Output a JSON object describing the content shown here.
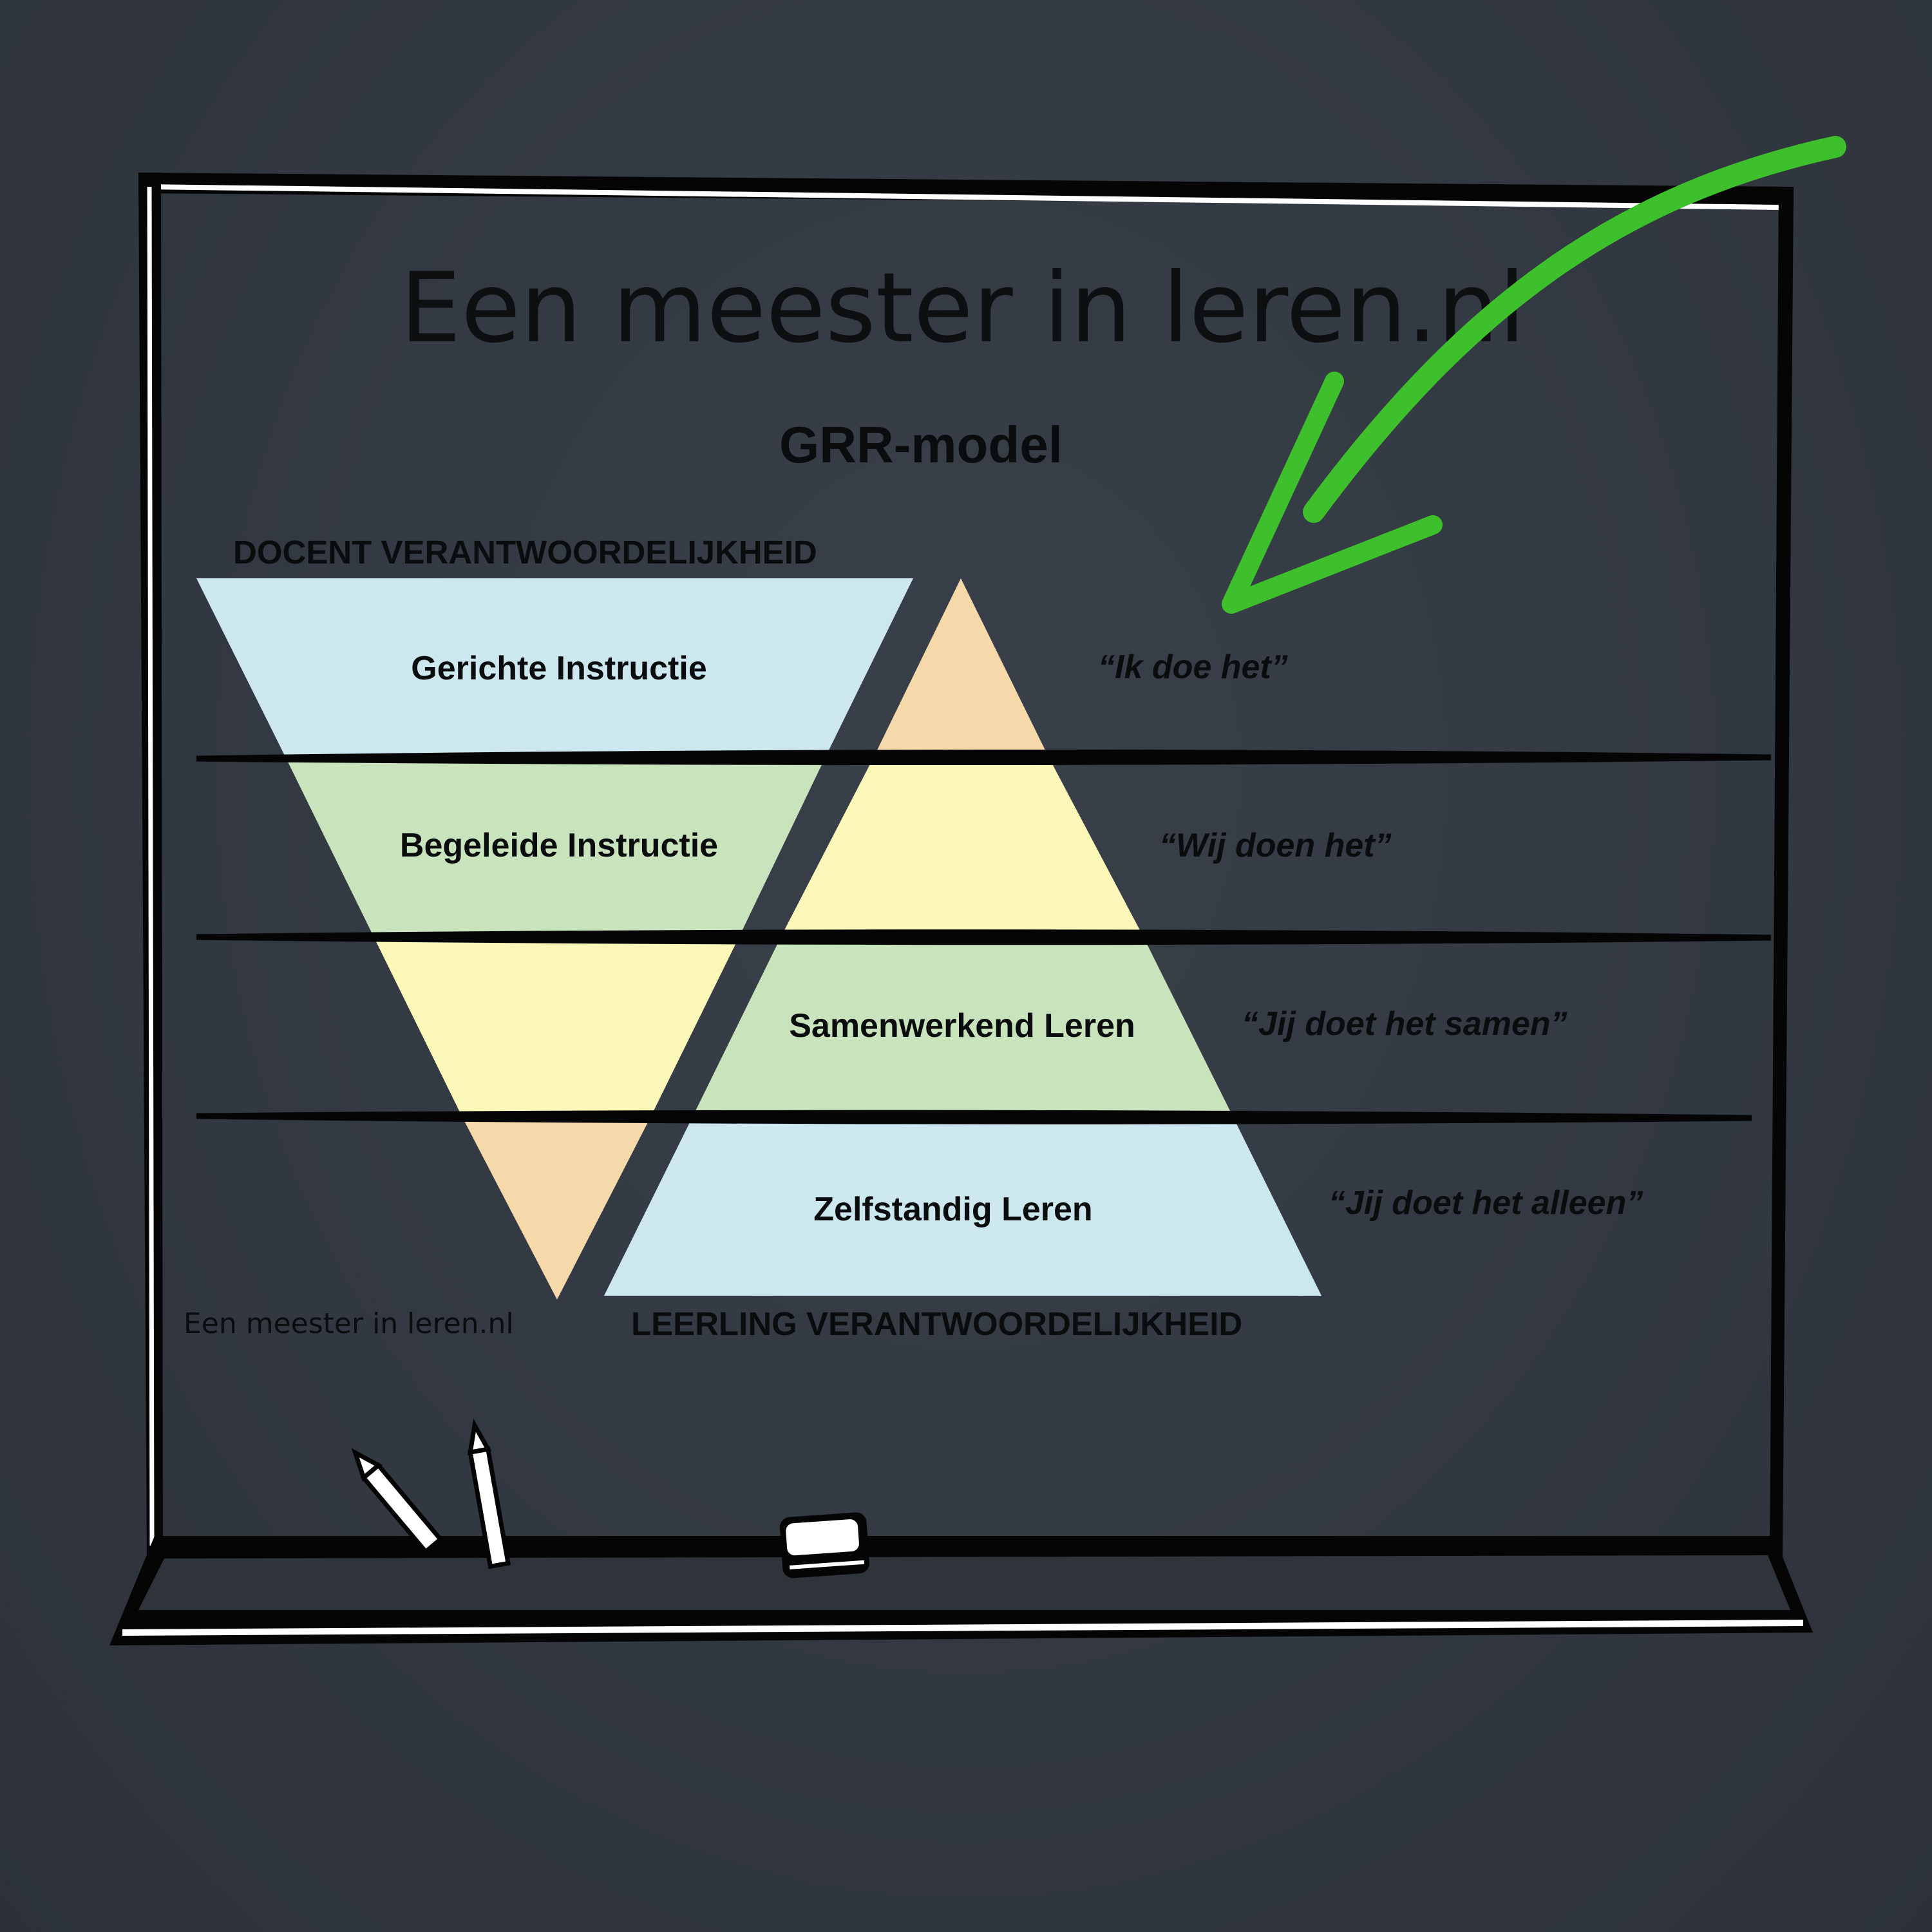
{
  "header": {
    "site_title": "Een meester in leren.nl",
    "diagram_title": "GRR-model"
  },
  "axes": {
    "teacher": "DOCENT VERANTWOORDELIJKHEID",
    "student": "LEERLING VERANTWOORDELIJKHEID"
  },
  "phases": [
    {
      "label": "Gerichte Instructie",
      "quote": "“Ik doe het”"
    },
    {
      "label": "Begeleide Instructie",
      "quote": "“Wij doen het”"
    },
    {
      "label": "Samenwerkend Leren",
      "quote": "“Jij doet het samen”"
    },
    {
      "label": "Zelfstandig Leren",
      "quote": "“Jij doet het alleen”"
    }
  ],
  "watermark": "Een meester in leren.nl",
  "colors": {
    "band_1": "#cce8ee",
    "band_2": "#c9e3bd",
    "band_3": "#fbf7b8",
    "band_4": "#f5d9aa",
    "arrow": "#3dc02b",
    "board_line": "#050505",
    "chalk": "#ffffff"
  }
}
